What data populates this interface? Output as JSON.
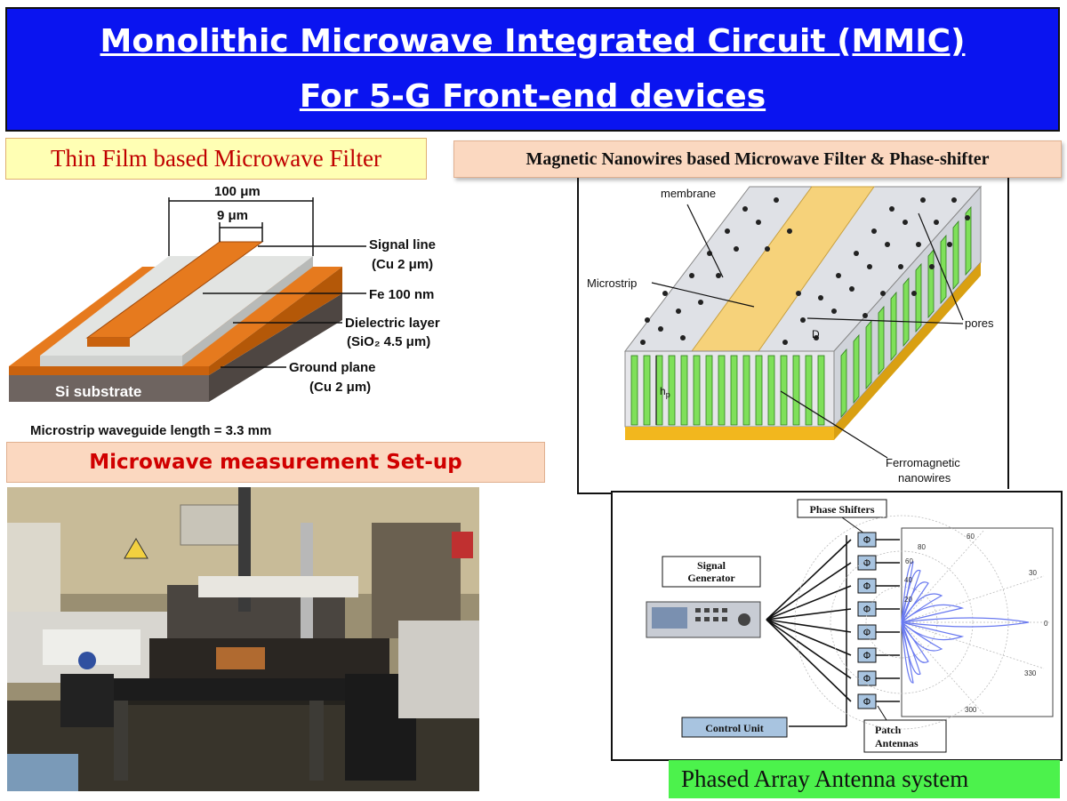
{
  "header": {
    "title_line1": "Monolithic Microwave Integrated Circuit (MMIC)",
    "title_line2": "For 5-G Front-end devices"
  },
  "thin_film": {
    "heading": "Thin Film based Microwave Filter",
    "dim_outer": "100 μm",
    "dim_inner": "9 μm",
    "signal_line": "Signal line",
    "signal_line_sub": "(Cu 2 μm)",
    "fe_layer": "Fe 100 nm",
    "dielectric": "Dielectric layer",
    "dielectric_sub": "(SiO₂ 4.5 μm)",
    "ground": "Ground plane",
    "ground_sub": "(Cu 2 μm)",
    "substrate": "Si substrate",
    "waveguide_note": "Microstrip waveguide length = 3.3 mm"
  },
  "measurement": {
    "heading": "Microwave  measurement  Set-up"
  },
  "nanowire": {
    "heading": "Magnetic Nanowires based  Microwave  Filter & Phase-shifter",
    "membrane": "membrane",
    "microstrip": "Microstrip",
    "pores": "pores",
    "d_label": "D",
    "hp_label": "h",
    "hp_sub": "p",
    "ferro": "Ferromagnetic",
    "ferro2": "nanowires"
  },
  "phased_array": {
    "phase_shifters": "Phase Shifters",
    "signal": "Signal",
    "generator": "Generator",
    "control_unit": "Control Unit",
    "patch": "Patch",
    "antennas": "Antennas",
    "phi": "Φ",
    "angle_labels": [
      "60",
      "30",
      "0",
      "330",
      "300"
    ],
    "radial_labels": [
      "80",
      "60",
      "40",
      "20"
    ],
    "caption": "Phased  Array Antenna system"
  },
  "colors": {
    "title_bg": "#0a14f0",
    "copper": "#e67a1e",
    "green_label": "#4cf24c",
    "orange_label": "#fbd8c0",
    "yellow_label": "#ffffb4"
  }
}
